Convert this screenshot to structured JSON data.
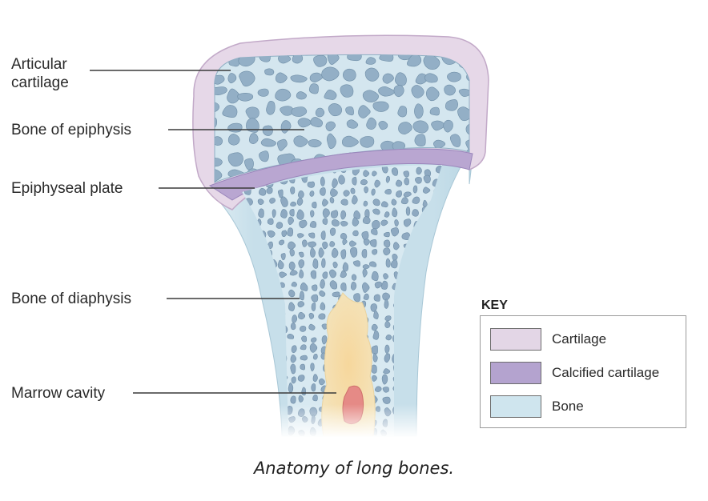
{
  "labels": {
    "articular_cartilage": "Articular cartilage",
    "bone_of_epiphysis": "Bone of epiphysis",
    "epiphyseal_plate": "Epiphyseal plate",
    "bone_of_diaphysis": "Bone of diaphysis",
    "marrow_cavity": "Marrow cavity"
  },
  "key": {
    "title": "KEY",
    "items": [
      {
        "label": "Cartilage",
        "color": "#e3d6e6"
      },
      {
        "label": "Calcified cartilage",
        "color": "#b4a3cf"
      },
      {
        "label": "Bone",
        "color": "#cfe5ee"
      }
    ]
  },
  "colors": {
    "cartilage": "#e3d6e6",
    "calcified_cartilage": "#b4a3cf",
    "bone": "#cfe5ee",
    "spongy_bone": "#8ea9c1",
    "marrow": "#f2d59a",
    "red_marrow": "#e58a86"
  },
  "caption": "Anatomy of long bones."
}
